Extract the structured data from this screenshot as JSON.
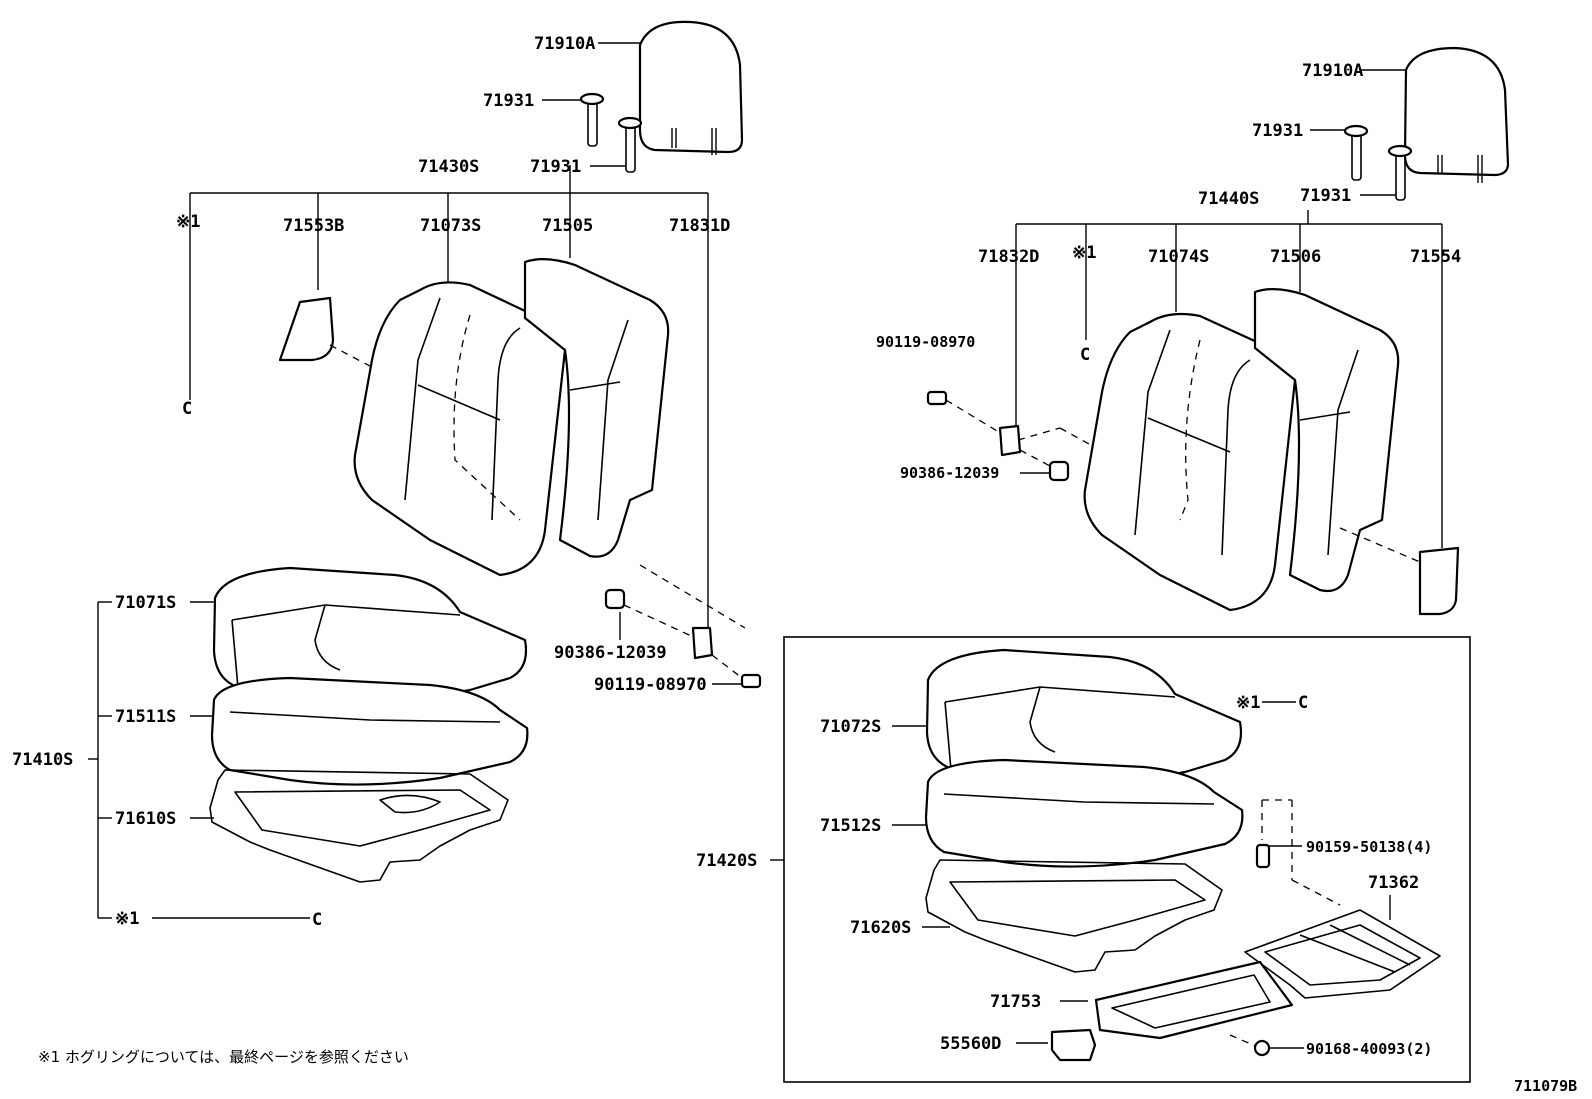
{
  "diagram_id": "711079B",
  "footnote": "※1 ホグリングについては、最終ページを参照ください",
  "ref_symbol": "※1",
  "ref_c": "C",
  "left_seat": {
    "headrest": "71910A",
    "support_a": "71931",
    "support_b": "71931",
    "back_assy": "71430S",
    "back_items": [
      "※1",
      "71553B",
      "71073S",
      "71505",
      "71831D"
    ],
    "cushion_assy": "71410S",
    "cushion_items": [
      "71071S",
      "71511S",
      "71610S",
      "※1"
    ],
    "bushing": "90386-12039",
    "bolt": "90119-08970"
  },
  "right_seat": {
    "headrest": "71910A",
    "support_a": "71931",
    "support_b": "71931",
    "back_assy": "71440S",
    "back_items": [
      "71832D",
      "※1",
      "71074S",
      "71506",
      "71554"
    ],
    "bolt": "90119-08970",
    "bushing": "90386-12039",
    "cushion_assy": "71420S",
    "cushion_items": [
      "71072S",
      "71512S",
      "71620S",
      "71753",
      "55560D"
    ],
    "hog_ring_ref": "※1",
    "bolt_b": "90159-50138(4)",
    "bracket": "71362",
    "clip": "90168-40093(2)"
  }
}
